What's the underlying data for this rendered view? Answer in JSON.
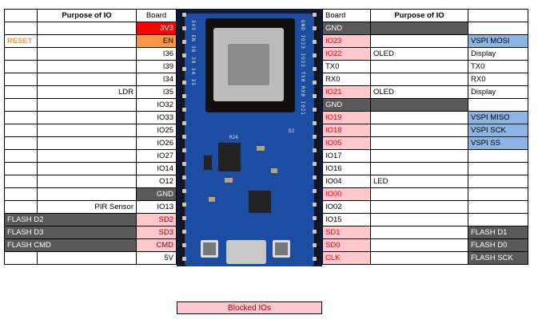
{
  "left_table": {
    "header": {
      "col1": "",
      "purpose": "Purpose of  IO",
      "board": "Board"
    },
    "rows": [
      {
        "col1": "",
        "purpose": "",
        "board": "3V3"
      },
      {
        "col1": "RESET",
        "purpose": "",
        "board": "EN"
      },
      {
        "col1": "",
        "purpose": "",
        "board": "I36"
      },
      {
        "col1": "",
        "purpose": "",
        "board": "I39"
      },
      {
        "col1": "",
        "purpose": "",
        "board": "I34"
      },
      {
        "col1": "",
        "purpose": "LDR",
        "board": "I35"
      },
      {
        "col1": "",
        "purpose": "",
        "board": "IO32"
      },
      {
        "col1": "",
        "purpose": "",
        "board": "IO33"
      },
      {
        "col1": "",
        "purpose": "",
        "board": "IO25"
      },
      {
        "col1": "",
        "purpose": "",
        "board": "IO26"
      },
      {
        "col1": "",
        "purpose": "",
        "board": "IO27"
      },
      {
        "col1": "",
        "purpose": "",
        "board": "IO14"
      },
      {
        "col1": "",
        "purpose": "",
        "board": "O12"
      },
      {
        "col1": "",
        "purpose": "",
        "board": "GND"
      },
      {
        "col1": "",
        "purpose": "PIR Sensor",
        "board": "IO13"
      },
      {
        "col1": "FLASH D2",
        "purpose": "",
        "board": "SD2"
      },
      {
        "col1": "FLASH D3",
        "purpose": "",
        "board": "SD3"
      },
      {
        "col1": "FLASH CMD",
        "purpose": "",
        "board": "CMD"
      },
      {
        "col1": "",
        "purpose": "",
        "board": "5V"
      }
    ]
  },
  "right_table": {
    "header": {
      "board": "Board",
      "purpose": "Purpose of IO",
      "col3": ""
    },
    "rows": [
      {
        "board": "GND",
        "purpose": "",
        "col3": ""
      },
      {
        "board": "IO23",
        "purpose": "",
        "col3": "VSPI MOSI"
      },
      {
        "board": "IO22",
        "purpose": "OLED",
        "col3": "Display"
      },
      {
        "board": "TX0",
        "purpose": "",
        "col3": "TX0"
      },
      {
        "board": "RX0",
        "purpose": "",
        "col3": "RX0"
      },
      {
        "board": "IO21",
        "purpose": "OLED",
        "col3": "Display"
      },
      {
        "board": "GND",
        "purpose": "",
        "col3": ""
      },
      {
        "board": "IO19",
        "purpose": "",
        "col3": "VSPI MISO"
      },
      {
        "board": "IO18",
        "purpose": "",
        "col3": "VSPI SCK"
      },
      {
        "board": "IO05",
        "purpose": "",
        "col3": "VSPI SS"
      },
      {
        "board": "IO17",
        "purpose": "",
        "col3": ""
      },
      {
        "board": "IO16",
        "purpose": "",
        "col3": ""
      },
      {
        "board": "IO04",
        "purpose": "LED",
        "col3": ""
      },
      {
        "board": "IO00",
        "purpose": "",
        "col3": ""
      },
      {
        "board": "IO02",
        "purpose": "",
        "col3": ""
      },
      {
        "board": "IO15",
        "purpose": "",
        "col3": ""
      },
      {
        "board": "SD1",
        "purpose": "",
        "col3": "FLASH D1"
      },
      {
        "board": "SD0",
        "purpose": "",
        "col3": "FLASH D0"
      },
      {
        "board": "CLK",
        "purpose": "",
        "col3": "FLASH SCK"
      }
    ]
  },
  "legend": {
    "label": "Blocked IOs"
  },
  "colors": {
    "power_red": "#ff0000",
    "enable_orange": "#f79646",
    "blocked_pink": "#ffc7ce",
    "blocked_text": "#9c0006",
    "ground_gray": "#595959",
    "vspi_blue": "#8db4e2",
    "pcb_blue": "#1d4da3"
  }
}
